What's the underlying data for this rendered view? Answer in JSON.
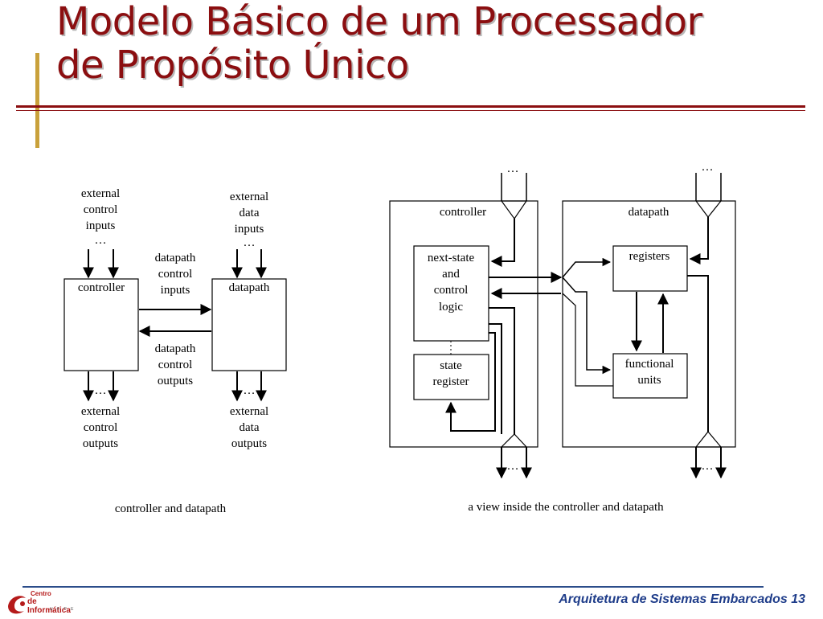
{
  "slide": {
    "title_line1": "Modelo Básico de um Processador",
    "title_line2": "de Propósito Único",
    "footer": "Arquitetura de Sistemas Embarcados 13",
    "logo": {
      "line1": "Centro",
      "line2": "de Informática",
      "line3": "U F P E"
    }
  },
  "left_diagram": {
    "ext_ctrl_inputs": [
      "external",
      "control",
      "inputs",
      "…"
    ],
    "ext_data_inputs": [
      "external",
      "data",
      "inputs",
      "…"
    ],
    "dp_ctrl_inputs": [
      "datapath",
      "control",
      "inputs"
    ],
    "dp_ctrl_outputs": [
      "datapath",
      "control",
      "outputs"
    ],
    "controller": "controller",
    "datapath": "datapath",
    "ext_ctrl_outputs": [
      "…",
      "external",
      "control",
      "outputs"
    ],
    "ext_data_outputs": [
      "…",
      "external",
      "data",
      "outputs"
    ],
    "caption": "controller and datapath"
  },
  "right_diagram": {
    "controller": "controller",
    "datapath": "datapath",
    "nsl": [
      "next-state",
      "and",
      "control",
      "logic"
    ],
    "state_reg": [
      "state",
      "register"
    ],
    "registers": "registers",
    "func_units": [
      "functional",
      "units"
    ],
    "dots": "…",
    "caption": "a view inside the controller and datapath"
  },
  "colors": {
    "title": "#8b0e10",
    "accent_gold": "#c9a13b",
    "footer_blue": "#1f3d8a"
  }
}
